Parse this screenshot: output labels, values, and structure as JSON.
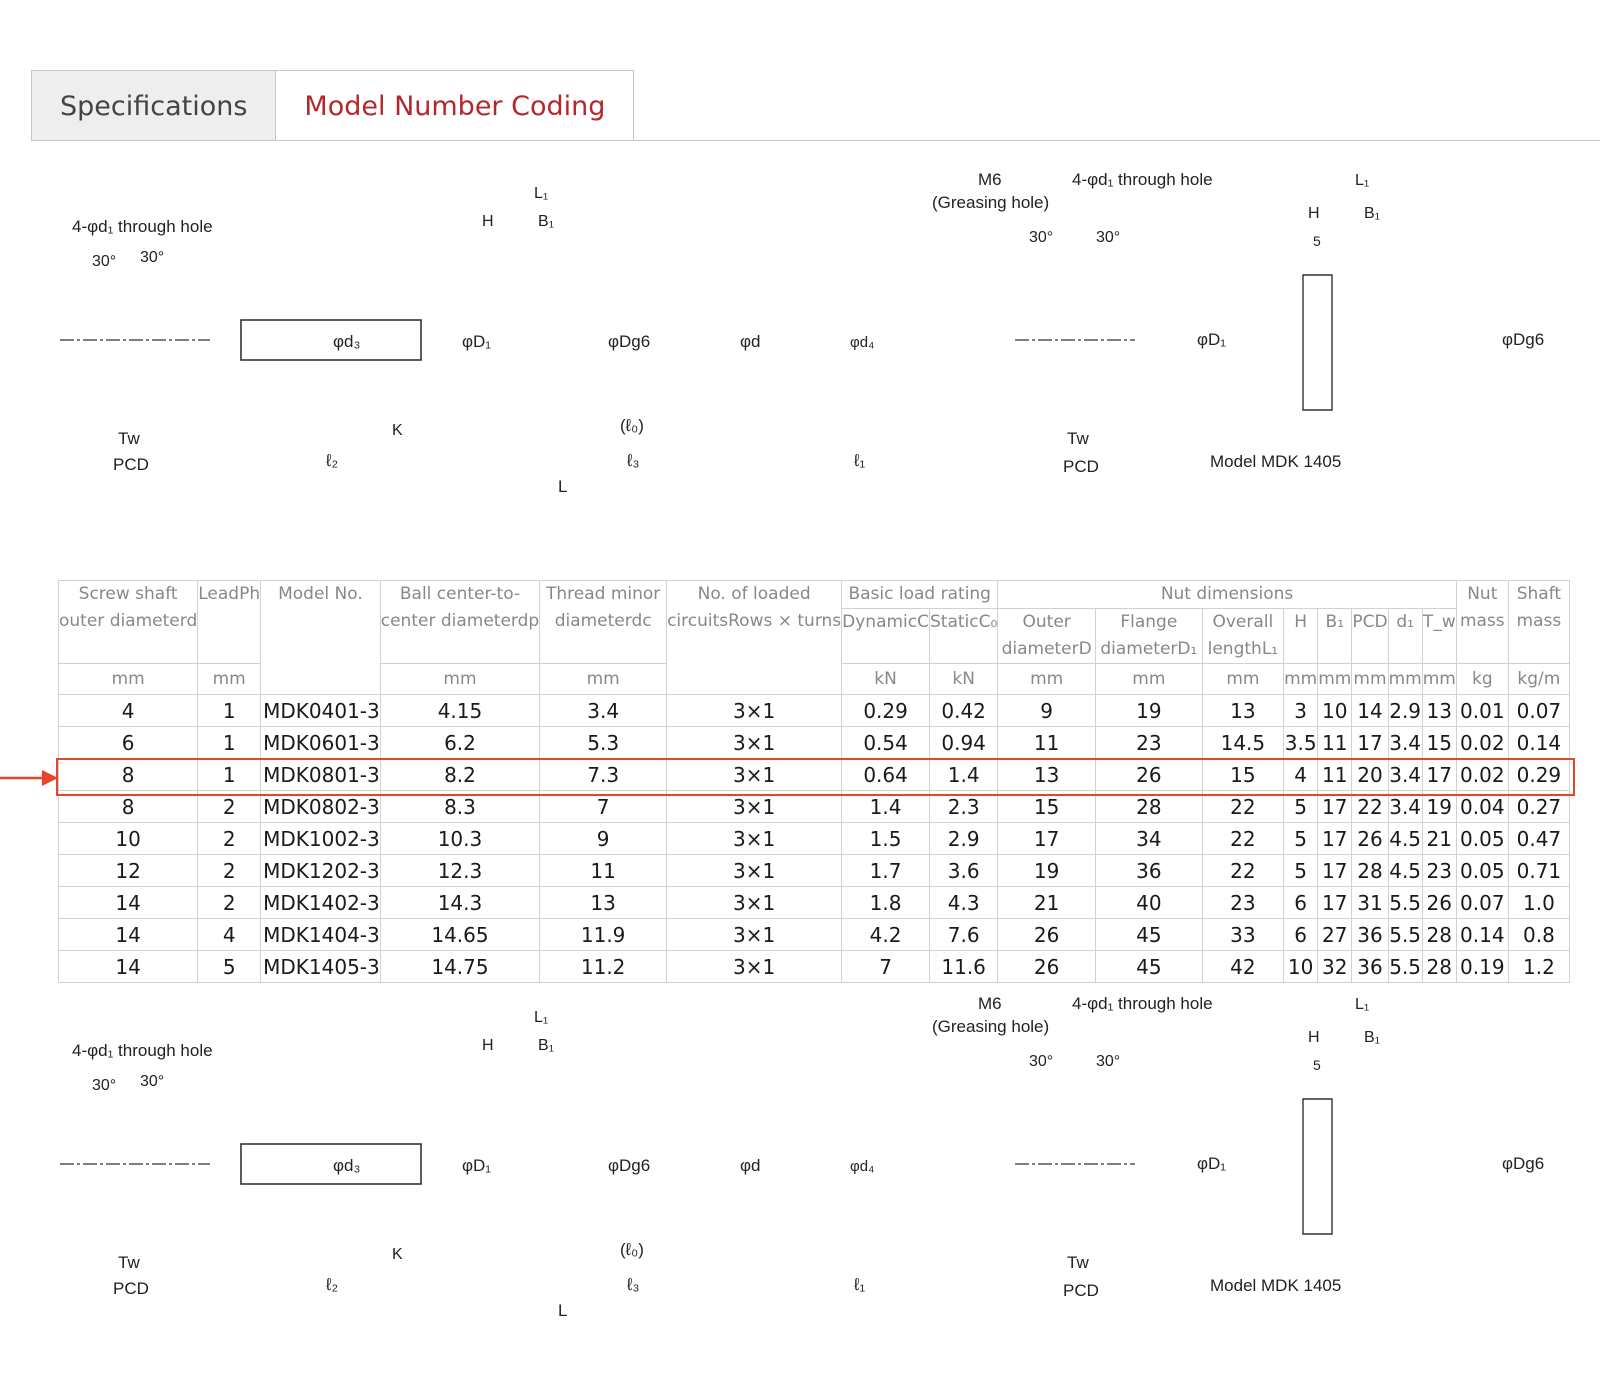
{
  "tabs": [
    {
      "label": "Specifications",
      "active": false
    },
    {
      "label": "Model Number Coding",
      "active": true
    }
  ],
  "drawing": {
    "through_hole": "4-φd₁ through hole",
    "angle": "30°",
    "tw": "Tw",
    "pcd": "PCD",
    "d3": "φd₃",
    "d1_big": "φD₁",
    "dg6": "φDg6",
    "d": "φd",
    "d4": "φd₄",
    "L1": "L₁",
    "H": "H",
    "B1": "B₁",
    "K": "K",
    "l0": "(ℓ₀)",
    "l2": "ℓ₂",
    "l3": "ℓ₃",
    "l1": "ℓ₁",
    "L": "L",
    "m6": "M6",
    "greasing": "(Greasing hole)",
    "five": "5",
    "model_caption": "Model MDK 1405"
  },
  "table": {
    "headers": {
      "screw_shaft": [
        "Screw shaft",
        "outer diameterd"
      ],
      "lead": "LeadPh",
      "model": "Model No.",
      "ball_center": [
        "Ball center-to-",
        "center diameterdp"
      ],
      "thread_minor": [
        "Thread minor",
        "diameterdc"
      ],
      "loaded": [
        "No. of loaded",
        "circuitsRows × turns"
      ],
      "basic_load": "Basic load rating",
      "dynamic": "DynamicC",
      "static": "StaticC₀",
      "nut_dimensions": "Nut dimensions",
      "outer_d": [
        "Outer",
        "diameterD"
      ],
      "flange_d": [
        "Flange",
        "diameterD₁"
      ],
      "overall_l": [
        "Overall",
        "lengthL₁"
      ],
      "h": "H",
      "b1": "B₁",
      "pcd": "PCD",
      "d1": "d₁",
      "tw": "T_w",
      "nut_mass": [
        "Nut",
        "mass"
      ],
      "shaft_mass": [
        "Shaft",
        "mass"
      ]
    },
    "units": [
      "mm",
      "mm",
      "",
      "mm",
      "mm",
      "",
      "kN",
      "kN",
      "mm",
      "mm",
      "mm",
      "mm",
      "mm",
      "mm",
      "mm",
      "mm",
      "kg",
      "kg/m"
    ],
    "rows": [
      [
        "4",
        "1",
        "MDK0401-3",
        "4.15",
        "3.4",
        "3×1",
        "0.29",
        "0.42",
        "9",
        "19",
        "13",
        "3",
        "10",
        "14",
        "2.9",
        "13",
        "0.01",
        "0.07"
      ],
      [
        "6",
        "1",
        "MDK0601-3",
        "6.2",
        "5.3",
        "3×1",
        "0.54",
        "0.94",
        "11",
        "23",
        "14.5",
        "3.5",
        "11",
        "17",
        "3.4",
        "15",
        "0.02",
        "0.14"
      ],
      [
        "8",
        "1",
        "MDK0801-3",
        "8.2",
        "7.3",
        "3×1",
        "0.64",
        "1.4",
        "13",
        "26",
        "15",
        "4",
        "11",
        "20",
        "3.4",
        "17",
        "0.02",
        "0.29"
      ],
      [
        "8",
        "2",
        "MDK0802-3",
        "8.3",
        "7",
        "3×1",
        "1.4",
        "2.3",
        "15",
        "28",
        "22",
        "5",
        "17",
        "22",
        "3.4",
        "19",
        "0.04",
        "0.27"
      ],
      [
        "10",
        "2",
        "MDK1002-3",
        "10.3",
        "9",
        "3×1",
        "1.5",
        "2.9",
        "17",
        "34",
        "22",
        "5",
        "17",
        "26",
        "4.5",
        "21",
        "0.05",
        "0.47"
      ],
      [
        "12",
        "2",
        "MDK1202-3",
        "12.3",
        "11",
        "3×1",
        "1.7",
        "3.6",
        "19",
        "36",
        "22",
        "5",
        "17",
        "28",
        "4.5",
        "23",
        "0.05",
        "0.71"
      ],
      [
        "14",
        "2",
        "MDK1402-3",
        "14.3",
        "13",
        "3×1",
        "1.8",
        "4.3",
        "21",
        "40",
        "23",
        "6",
        "17",
        "31",
        "5.5",
        "26",
        "0.07",
        "1.0"
      ],
      [
        "14",
        "4",
        "MDK1404-3",
        "14.65",
        "11.9",
        "3×1",
        "4.2",
        "7.6",
        "26",
        "45",
        "33",
        "6",
        "27",
        "36",
        "5.5",
        "28",
        "0.14",
        "0.8"
      ],
      [
        "14",
        "5",
        "MDK1405-3",
        "14.75",
        "11.2",
        "3×1",
        "7",
        "11.6",
        "26",
        "45",
        "42",
        "10",
        "32",
        "36",
        "5.5",
        "28",
        "0.19",
        "1.2"
      ]
    ],
    "highlight_row": 2,
    "highlight_color": "#e4452b"
  },
  "colors": {
    "accent": "#b3282d",
    "highlight": "#e4452b"
  }
}
